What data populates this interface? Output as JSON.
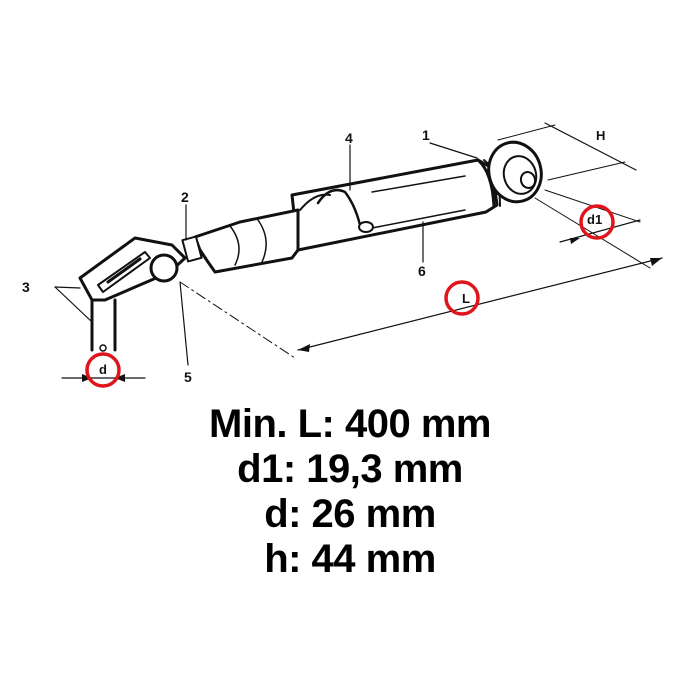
{
  "diagram": {
    "part_labels": [
      "1",
      "2",
      "3",
      "4",
      "5",
      "6"
    ],
    "dimension_labels": {
      "H": "H",
      "d1": "d1",
      "L": "L",
      "d": "d"
    },
    "highlight_color": "#e0141b"
  },
  "specs": {
    "lines": [
      "Min. L: 400 mm",
      "d1: 19,3 mm",
      "d: 26 mm",
      "h: 44 mm"
    ]
  }
}
